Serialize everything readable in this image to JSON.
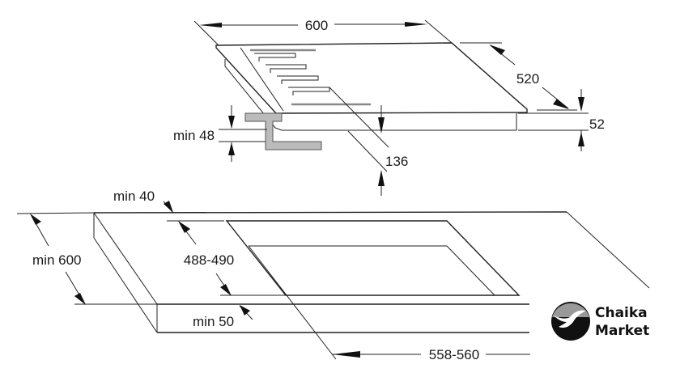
{
  "dimensions": {
    "hob_width": "600",
    "hob_depth": "520",
    "hob_height": "52",
    "bracket_min": "min 48",
    "depth_below": "136",
    "min_back": "min 40",
    "min_depth": "min 600",
    "cutout_depth": "488-490",
    "min_front": "min 50",
    "cutout_width": "558-560"
  },
  "logo": {
    "line1": "Chaika",
    "line2": "Market"
  },
  "colors": {
    "line": "#222222",
    "bracket": "#bbbbbb"
  }
}
